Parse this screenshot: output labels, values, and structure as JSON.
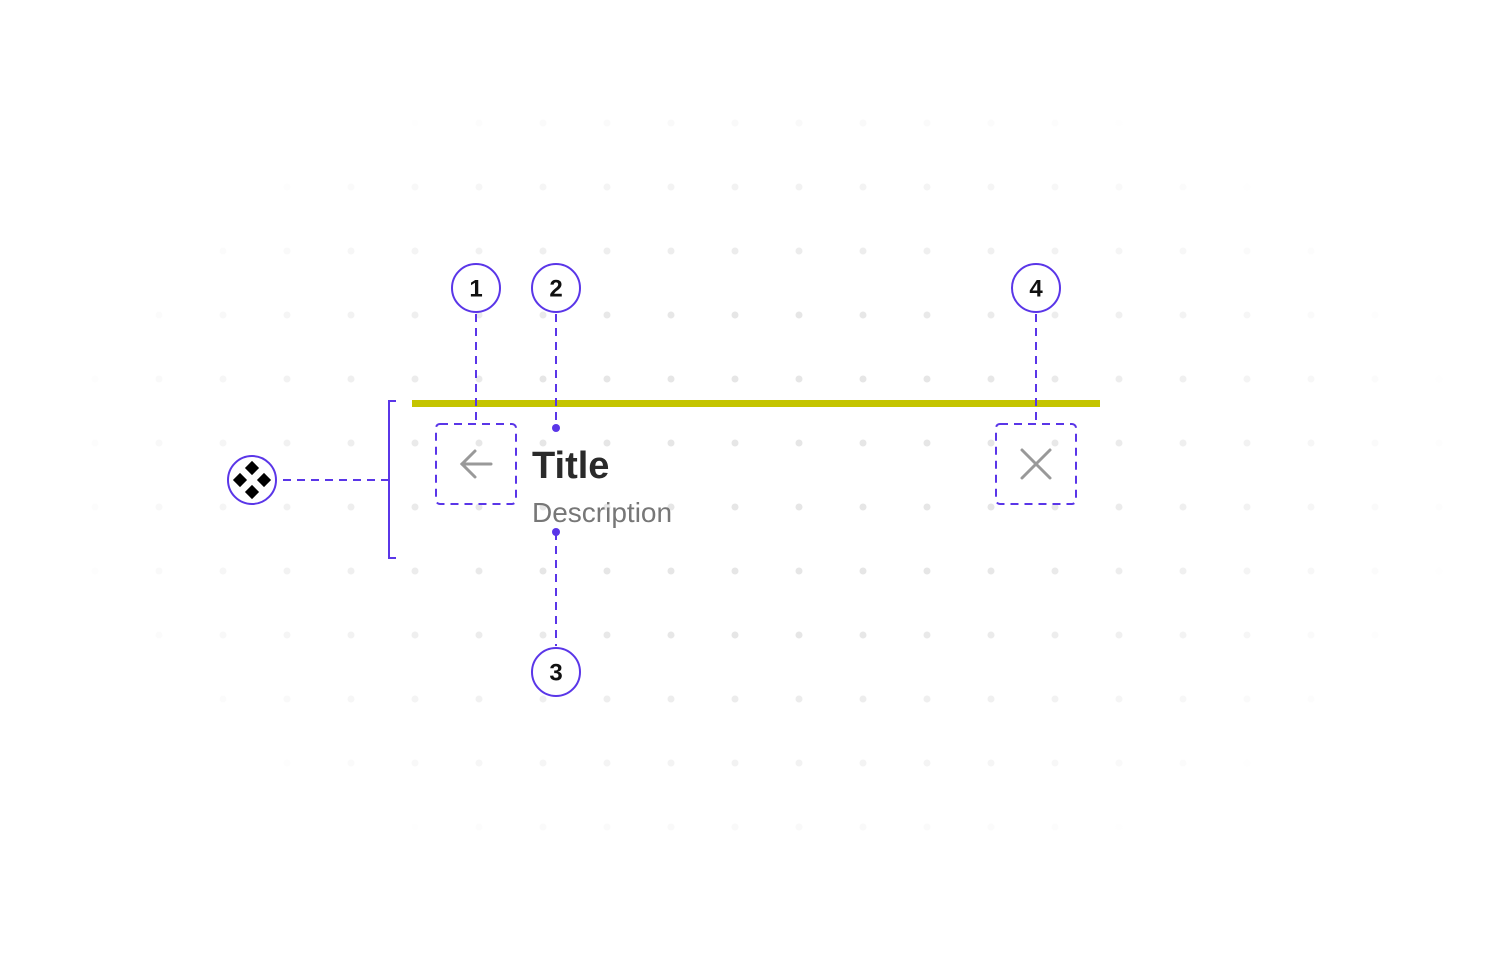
{
  "colors": {
    "accent": "#5a36e8",
    "bar": "#c4c400",
    "icon": "#999999",
    "dot": "#e6e6e6"
  },
  "header": {
    "title": "Title",
    "description": "Description"
  },
  "markers": [
    "1",
    "2",
    "3",
    "4"
  ],
  "icons": {
    "back": "arrow-left-icon",
    "close": "close-icon",
    "component": "component-icon"
  }
}
